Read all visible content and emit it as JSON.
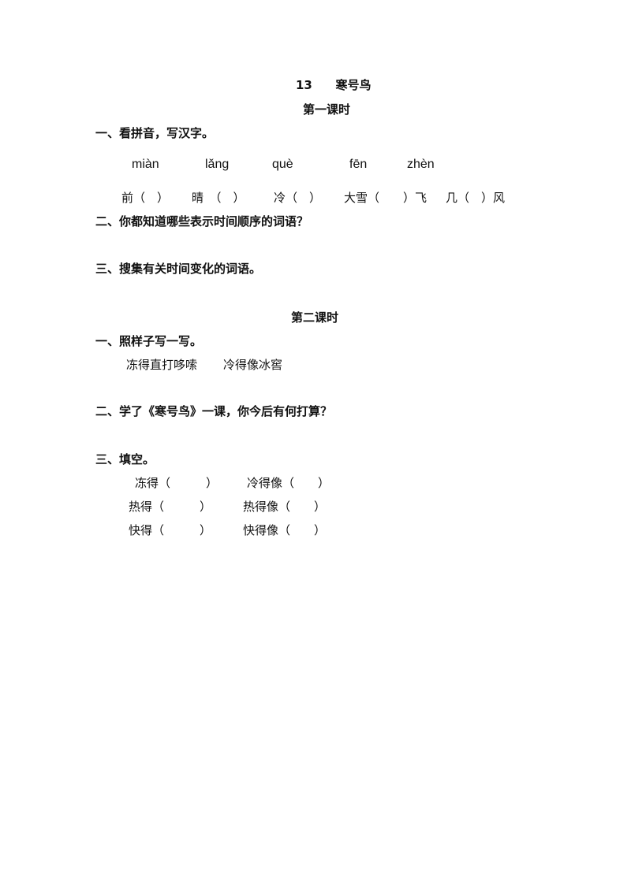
{
  "lesson": {
    "number": "13",
    "title": "寒号鸟"
  },
  "part1": {
    "title": "第一课时",
    "q1": {
      "heading": "一、看拼音，写汉字。",
      "pinyin": [
        "miàn",
        "lǎng",
        "què",
        "fēn",
        "zhèn"
      ],
      "blanks": [
        "前（　）",
        "晴　（　）",
        "冷（　）",
        "大雪（　　）飞",
        "几（　）风"
      ]
    },
    "q2": {
      "heading": "二、你都知道哪些表示时间顺序的词语？"
    },
    "q3": {
      "heading": "三、搜集有关时间变化的词语。"
    }
  },
  "part2": {
    "title": "第二课时",
    "q1": {
      "heading": "一、照样子写一写。",
      "examples": [
        "冻得直打哆嗦",
        "冷得像冰窖"
      ]
    },
    "q2": {
      "heading": "二、学了《寒号鸟》一课，你今后有何打算？"
    },
    "q3": {
      "heading": "三、填空。",
      "rows": [
        [
          "冻得（　　　）",
          "冷得像（　　）"
        ],
        [
          "热得（　　　）",
          "热得像（　　）"
        ],
        [
          "快得（　　　）",
          "快得像（　　）"
        ]
      ]
    }
  }
}
